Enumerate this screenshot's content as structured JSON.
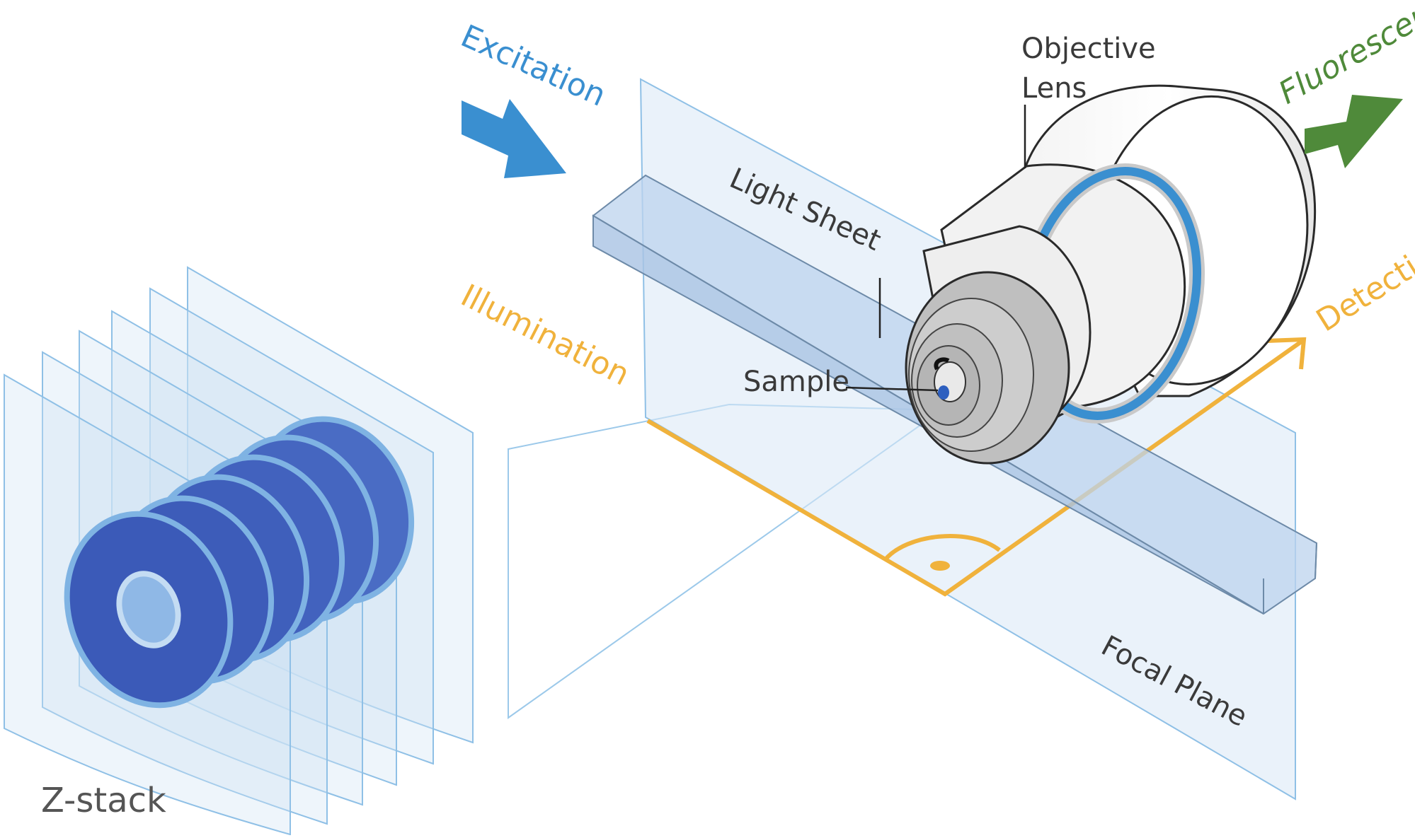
{
  "labels": {
    "excitation": "Excitation",
    "objective_line1": "Objective",
    "objective_line2": "Lens",
    "fluorescence": "Fluorescence",
    "light_sheet": "Light Sheet",
    "illumination": "Illumination",
    "detection": "Detection",
    "sample": "Sample",
    "focal_plane": "Focal Plane",
    "z_stack": "Z-stack"
  },
  "colors": {
    "excitation": "#3a8fd0",
    "fluorescence": "#4f8a3a",
    "illumination": "#f0b23c",
    "plane_fill": "#d9e7f5",
    "plane_stroke": "#8fc0e6",
    "lens_ring": "#3a8fd0",
    "sample_dot": "#2d5fbf",
    "stack_fill": "#3b5fb8"
  },
  "icons": {
    "excitation_arrow": "arrow-down-right-icon",
    "fluorescence_arrow": "arrow-up-right-icon"
  }
}
